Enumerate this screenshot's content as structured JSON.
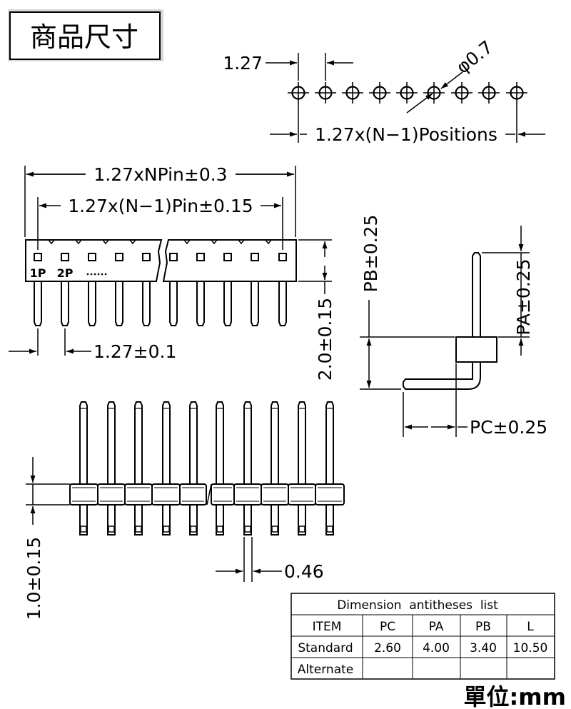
{
  "title": "商品尺寸",
  "unit": "單位:mm",
  "top_view": {
    "pitch_label": "1.27",
    "hole_label": "φ0.7",
    "positions_label": "1.27x(N−1)Positions"
  },
  "front_view": {
    "total_length_label": "1.27xNPin±0.3",
    "span_label": "1.27x(N−1)Pin±0.15",
    "pin1_label": "1P",
    "pin2_label": "2P",
    "pin_pitch_label": "1.27±0.1",
    "height_label": "2.0±0.15"
  },
  "side_view": {
    "pb_label": "PB±0.25",
    "pa_label": "PA±0.25",
    "pc_label": "PC±0.25"
  },
  "bottom_view": {
    "body_label": "1.0±0.15",
    "pin_width_label": "0.46"
  },
  "table": {
    "caption": "Dimension  antitheses  list",
    "headers": [
      "ITEM",
      "PC",
      "PA",
      "PB",
      "L"
    ],
    "rows": [
      [
        "Standard",
        "2.60",
        "4.00",
        "3.40",
        "10.50"
      ],
      [
        "Alternate",
        "",
        "",
        "",
        ""
      ]
    ]
  }
}
